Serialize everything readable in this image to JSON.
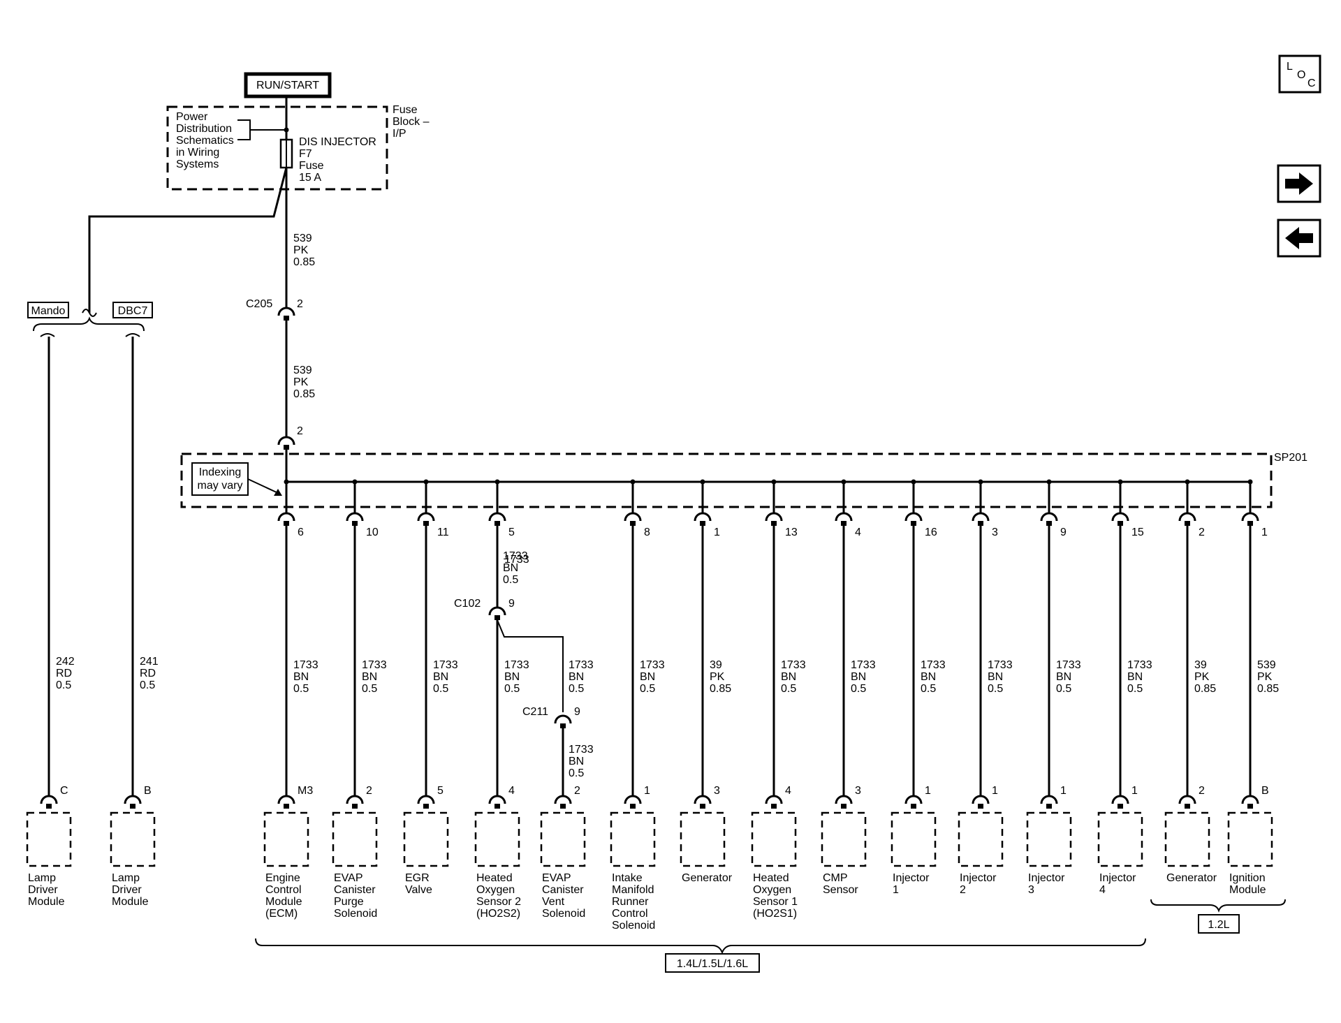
{
  "run_start_label": "RUN/START",
  "fuse_block": {
    "label_lines": [
      "Fuse",
      "Block –",
      "I/P"
    ],
    "power_dist_lines": [
      "Power",
      "Distribution",
      "Schematics",
      "in Wiring",
      "Systems"
    ],
    "fuse_lines": [
      "DIS INJECTOR",
      "F7",
      "Fuse",
      "15 A"
    ]
  },
  "feed_wire_1": [
    "539",
    "PK",
    "0.85"
  ],
  "feed_wire_2": [
    "539",
    "PK",
    "0.85"
  ],
  "connector_c205": {
    "name": "C205",
    "pin_upper": "2",
    "pin_lower": "2"
  },
  "splice": {
    "name": "SP201",
    "note_lines": [
      "Indexing",
      "may vary"
    ]
  },
  "option_tags": {
    "mando": "Mando",
    "dbc7": "DBC7"
  },
  "loc_icon": {
    "letters": [
      "L",
      "O",
      "C"
    ]
  },
  "nav": {
    "next": "→",
    "prev": "←"
  },
  "lamp_branches": [
    {
      "wire": [
        "242",
        "RD",
        "0.5"
      ],
      "pin": "C",
      "module_lines": [
        "Lamp",
        "Driver",
        "Module"
      ]
    },
    {
      "wire": [
        "241",
        "RD",
        "0.5"
      ],
      "pin": "B",
      "module_lines": [
        "Lamp",
        "Driver",
        "Module"
      ]
    }
  ],
  "splice_branches": [
    {
      "splice_pin": "6",
      "wire": [
        "1733",
        "BN",
        "0.5"
      ],
      "pin": "M3",
      "module_lines": [
        "Engine",
        "Control",
        "Module",
        "(ECM)"
      ]
    },
    {
      "splice_pin": "10",
      "wire": [
        "1733",
        "BN",
        "0.5"
      ],
      "pin": "2",
      "module_lines": [
        "EVAP",
        "Canister",
        "Purge",
        "Solenoid"
      ]
    },
    {
      "splice_pin": "11",
      "wire": [
        "1733",
        "BN",
        "0.5"
      ],
      "pin": "5",
      "module_lines": [
        "EGR",
        "Valve"
      ]
    },
    {
      "splice_pin": "5",
      "wire": [
        "1733",
        "BN",
        "0.5"
      ],
      "pin": "4",
      "module_lines": [
        "Heated",
        "Oxygen",
        "Sensor 2",
        "(HO2S2)"
      ]
    },
    {
      "splice_pin": "",
      "wire": [
        "1733",
        "BN",
        "0.5"
      ],
      "pin": "2",
      "module_lines": [
        "EVAP",
        "Canister",
        "Vent",
        "Solenoid"
      ]
    },
    {
      "splice_pin": "8",
      "wire": [
        "1733",
        "BN",
        "0.5"
      ],
      "pin": "1",
      "module_lines": [
        "Intake",
        "Manifold",
        "Runner",
        "Control",
        "Solenoid"
      ]
    },
    {
      "splice_pin": "1",
      "wire": [
        "39",
        "PK",
        "0.85"
      ],
      "pin": "3",
      "module_lines": [
        "Generator"
      ]
    },
    {
      "splice_pin": "13",
      "wire": [
        "1733",
        "BN",
        "0.5"
      ],
      "pin": "4",
      "module_lines": [
        "Heated",
        "Oxygen",
        "Sensor 1",
        "(HO2S1)"
      ]
    },
    {
      "splice_pin": "4",
      "wire": [
        "1733",
        "BN",
        "0.5"
      ],
      "pin": "3",
      "module_lines": [
        "CMP",
        "Sensor"
      ]
    },
    {
      "splice_pin": "16",
      "wire": [
        "1733",
        "BN",
        "0.5"
      ],
      "pin": "1",
      "module_lines": [
        "Injector",
        "1"
      ]
    },
    {
      "splice_pin": "3",
      "wire": [
        "1733",
        "BN",
        "0.5"
      ],
      "pin": "1",
      "module_lines": [
        "Injector",
        "2"
      ]
    },
    {
      "splice_pin": "9",
      "wire": [
        "1733",
        "BN",
        "0.5"
      ],
      "pin": "1",
      "module_lines": [
        "Injector",
        "3"
      ]
    },
    {
      "splice_pin": "15",
      "wire": [
        "1733",
        "BN",
        "0.5"
      ],
      "pin": "1",
      "module_lines": [
        "Injector",
        "4"
      ]
    },
    {
      "splice_pin": "2",
      "wire": [
        "39",
        "PK",
        "0.85"
      ],
      "pin": "2",
      "module_lines": [
        "Generator"
      ]
    },
    {
      "splice_pin": "1",
      "wire": [
        "539",
        "PK",
        "0.85"
      ],
      "pin": "B",
      "module_lines": [
        "Ignition",
        "Module"
      ]
    }
  ],
  "c102": {
    "name": "C102",
    "pin": "9",
    "wire": [
      "1733",
      "BN",
      "0.5"
    ]
  },
  "c211": {
    "name": "C211",
    "pin": "9",
    "wire": [
      "1733",
      "BN",
      "0.5"
    ]
  },
  "engine_groups": {
    "group_a": "1.4L/1.5L/1.6L",
    "group_b": "1.2L"
  }
}
